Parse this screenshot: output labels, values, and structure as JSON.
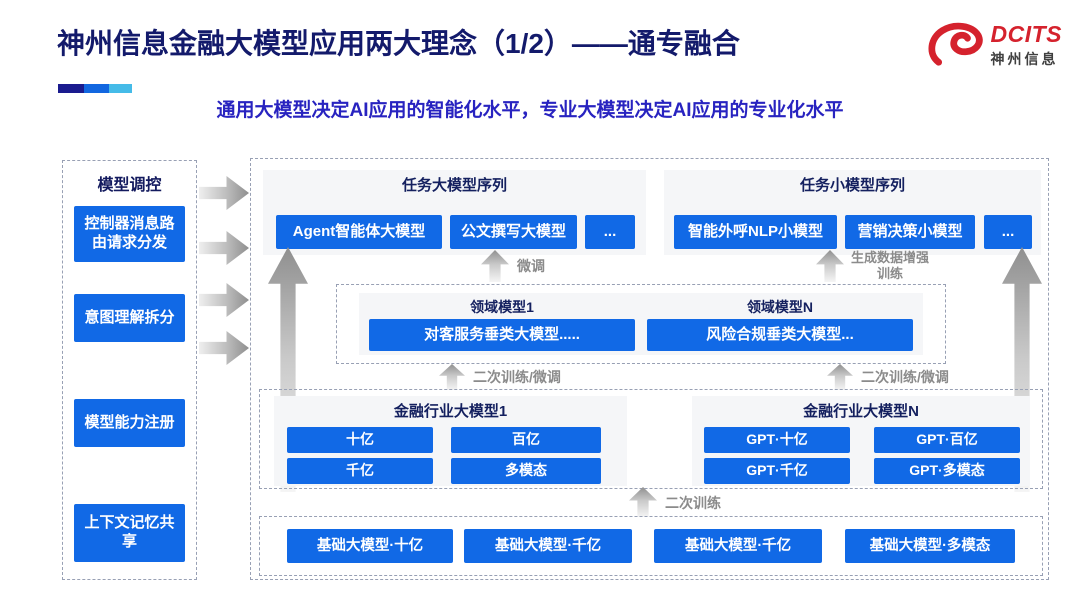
{
  "slide": {
    "title": "神州信息金融大模型应用两大理念（1/2）——通专融合",
    "subtitle": "通用大模型决定AI应用的智能化水平，专业大模型决定AI应用的专业化水平"
  },
  "logo": {
    "brand": "DCITS",
    "company": "神州信息"
  },
  "sidebar": {
    "title": "模型调控",
    "items": [
      "控制器消息路由请求分发",
      "意图理解拆分",
      "模型能力注册",
      "上下文记忆共享"
    ]
  },
  "task_large": {
    "title": "任务大模型序列",
    "buttons": [
      "Agent智能体大模型",
      "公文撰写大模型",
      "..."
    ]
  },
  "task_small": {
    "title": "任务小模型序列",
    "buttons": [
      "智能外呼NLP小模型",
      "营销决策小模型",
      "..."
    ]
  },
  "domain": {
    "groups": [
      {
        "title": "领域模型1",
        "model": "对客服务垂类大模型....."
      },
      {
        "title": "领域模型N",
        "model": "风险合规垂类大模型..."
      }
    ]
  },
  "industry": {
    "groups": [
      {
        "title": "金融行业大模型1",
        "models": [
          "十亿",
          "百亿",
          "千亿",
          "多模态"
        ]
      },
      {
        "title": "金融行业大模型N",
        "models": [
          "GPT·十亿",
          "GPT·百亿",
          "GPT·千亿",
          "GPT·多模态"
        ]
      }
    ]
  },
  "base_models": [
    "基础大模型·十亿",
    "基础大模型·千亿",
    "基础大模型·千亿",
    "基础大模型·多模态"
  ],
  "arrow_labels": {
    "finetune": "微调",
    "augment": "生成数据增强训练",
    "retrain_finetune": "二次训练/微调",
    "retrain": "二次训练"
  },
  "colors": {
    "accent_blue": "#1169e6",
    "title_navy": "#131a6b",
    "subtitle_blue": "#2823c0",
    "logo_red": "#d5222d",
    "accent_bar": [
      "#1a1b8e",
      "#1267e0",
      "#45bbe8"
    ]
  }
}
